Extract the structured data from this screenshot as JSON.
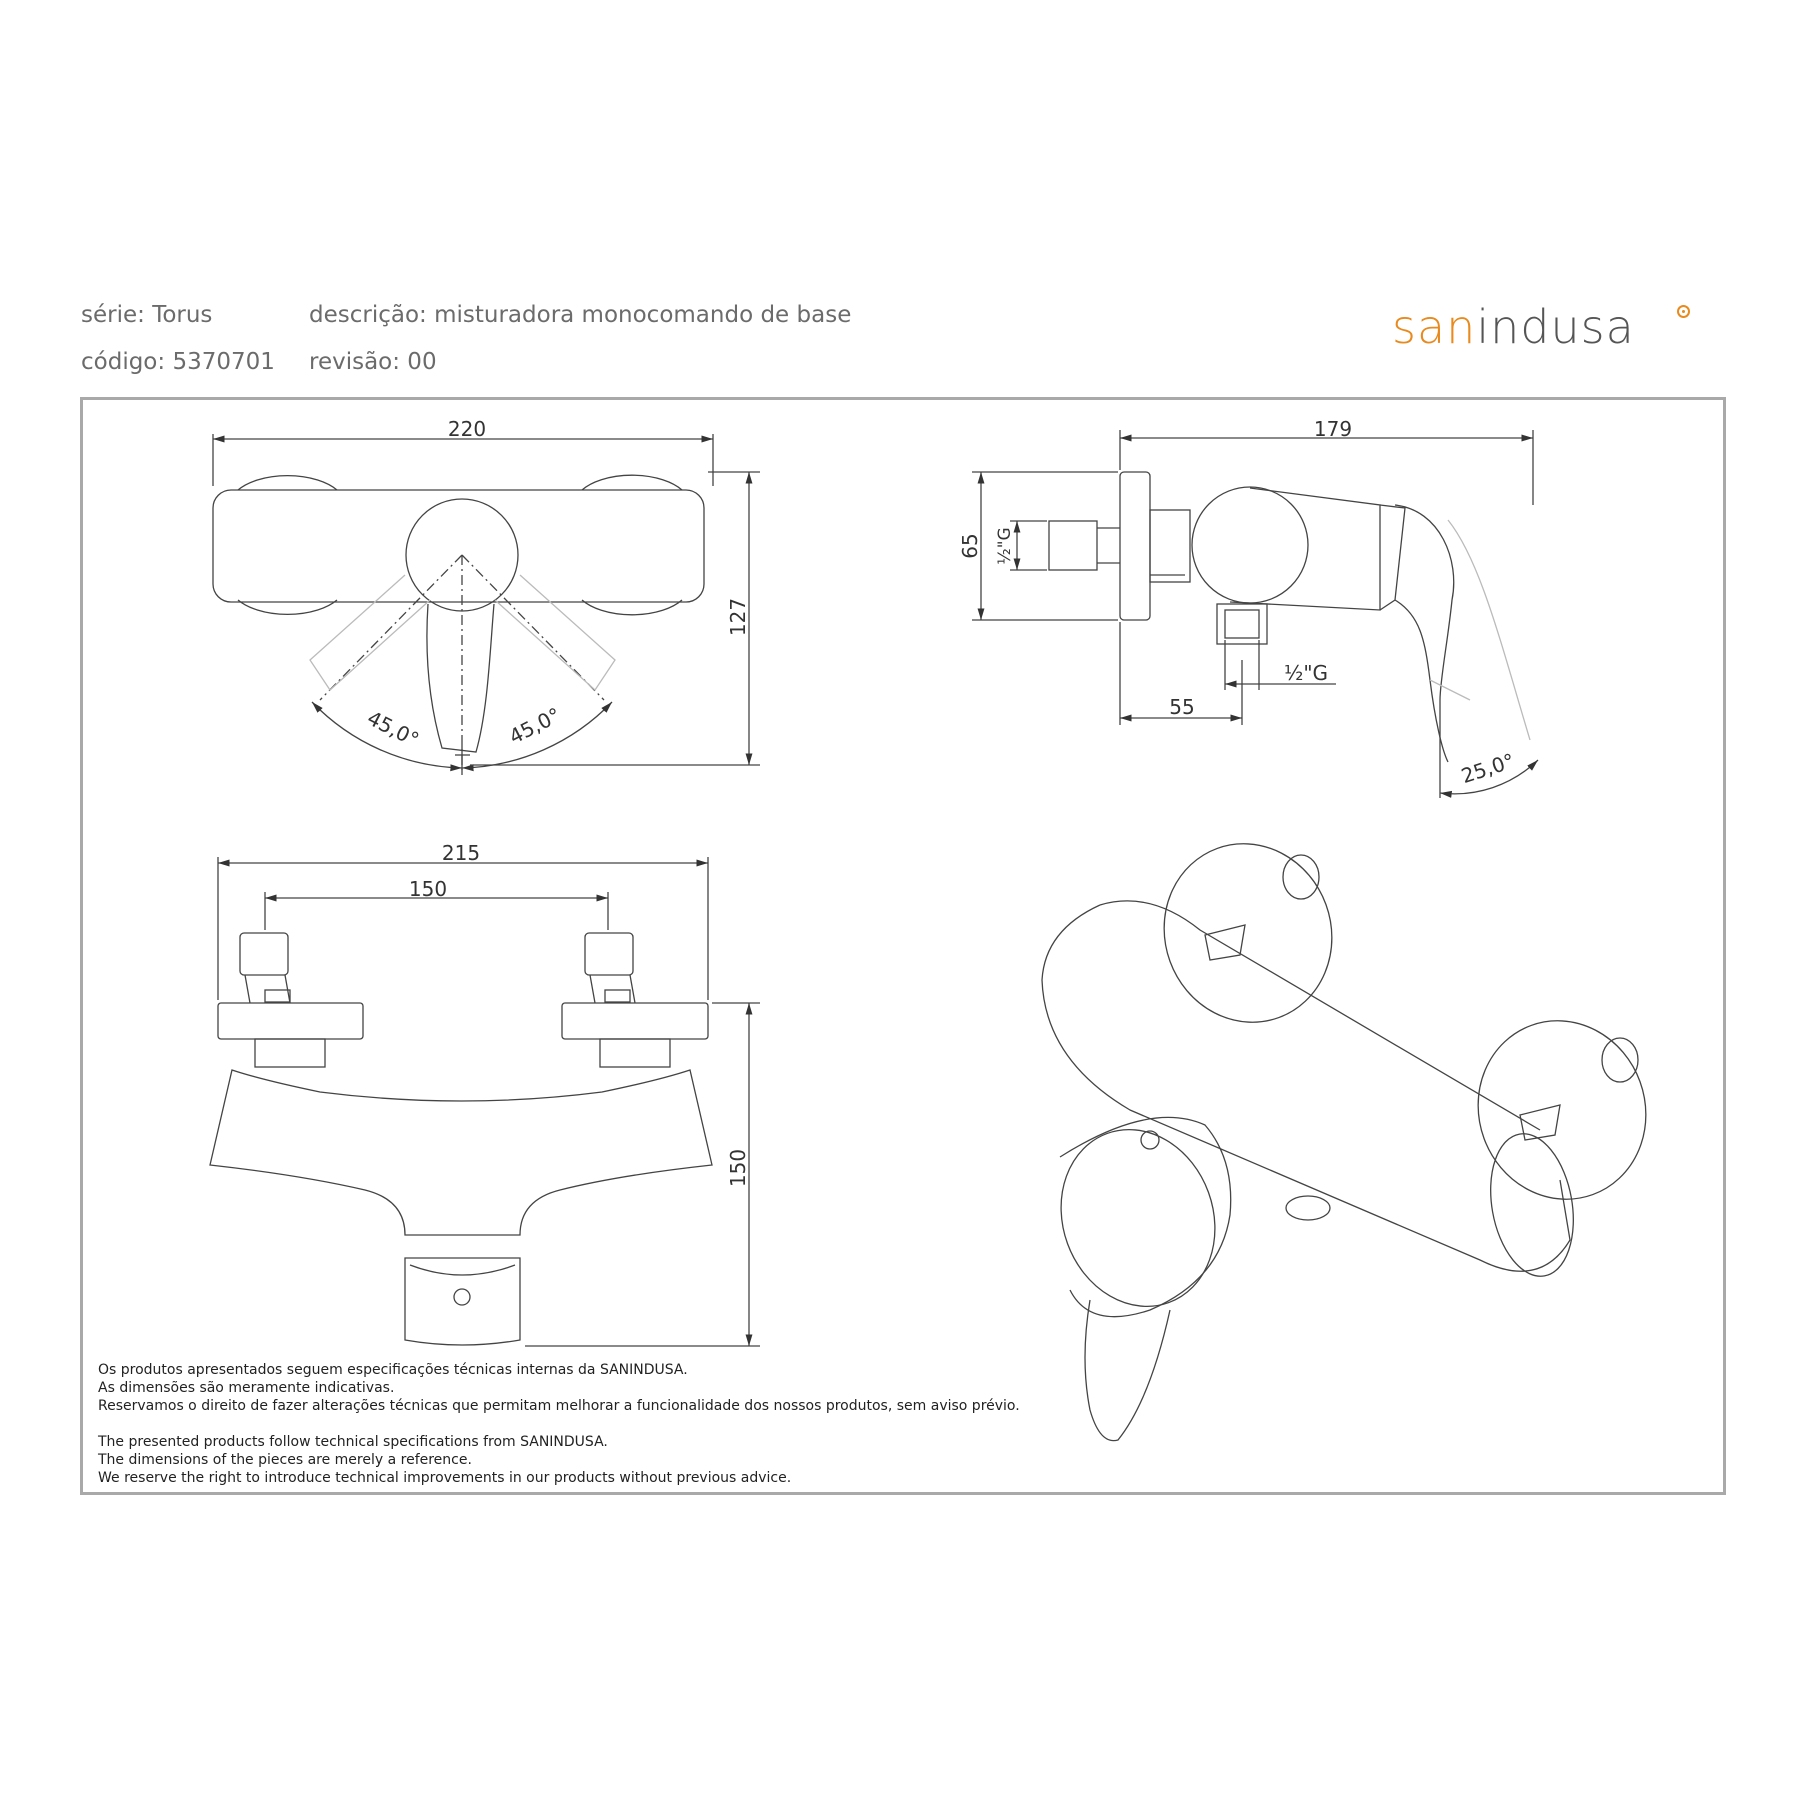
{
  "header": {
    "serie": "série: Torus",
    "codigo": "código: 5370701",
    "descricao": "descrição: misturadora monocomando de base",
    "revisao": "revisão: 00"
  },
  "logo": {
    "part1": "san",
    "part2": "indusa"
  },
  "colors": {
    "accent": "#e88a1e",
    "frame": "#a9a9a9"
  },
  "dimensions": {
    "top_width": "220",
    "top_height": "127",
    "angle_left": "45,0°",
    "angle_right": "45,0°",
    "side_width": "179",
    "side_height": "65",
    "thread_vertical": "½\"G",
    "thread_horizontal": "½\"G",
    "side_offset": "55",
    "lever_angle": "25,0°",
    "front_width": "215",
    "front_spacing": "150",
    "front_height": "150"
  },
  "notes": {
    "pt": [
      "Os produtos apresentados seguem especificações técnicas internas da SANINDUSA.",
      "As dimensões são meramente indicativas.",
      "Reservamos o direito de fazer alterações técnicas que permitam melhorar a funcionalidade dos nossos produtos, sem aviso prévio."
    ],
    "en": [
      "The presented products follow technical specifications from SANINDUSA.",
      "The dimensions of the pieces are merely a reference.",
      "We reserve the right to introduce technical improvements in our products without previous advice."
    ]
  }
}
